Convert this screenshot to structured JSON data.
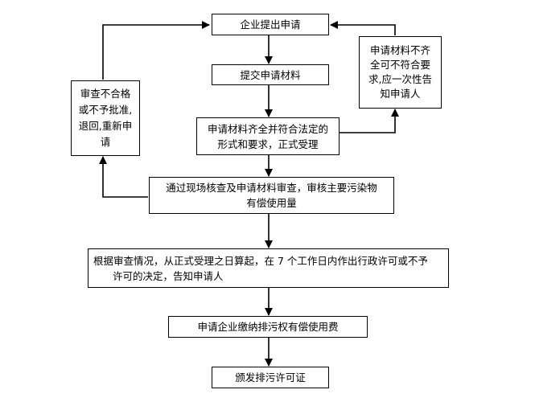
{
  "flowchart": {
    "steps": {
      "apply": "企业提出申请",
      "submit": "提交申请材料",
      "accept": [
        "申请材料齐全并符合法定的",
        "形式和要求，正式受理"
      ],
      "review": [
        "通过现场核查及申请材料审查，审核主要污染物",
        "有偿使用量"
      ],
      "decide": [
        "根据审查情况，从正式受理之日算起，在 7 个工作日内作出行政许可或不予",
        "许可的决定，告知申请人"
      ],
      "pay": "申请企业缴纳排污权有偿使用费",
      "issue": "颁发排污许可证"
    },
    "side_notes": {
      "incomplete": [
        "申请材料不齐",
        "全可不符合要",
        "求,应一次性告",
        "知申请人"
      ],
      "rejected": [
        "审查不合格",
        "或不予批准,",
        "退回,重新申",
        "请"
      ]
    }
  }
}
